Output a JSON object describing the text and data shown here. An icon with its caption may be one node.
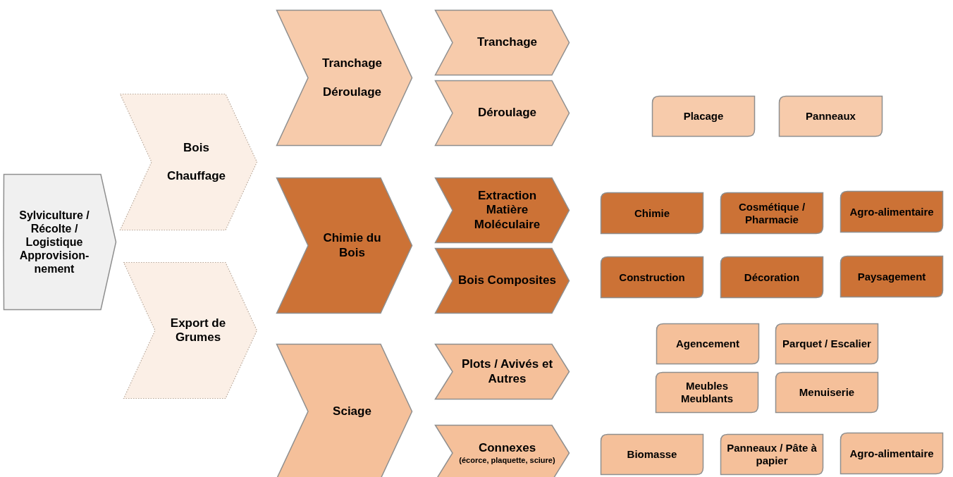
{
  "diagram": {
    "nodes": [
      {
        "text": [
          "Sylviculture / Récolte / Logistique Approvision-nement"
        ]
      },
      {
        "text": [
          "Bois",
          "Chauffage"
        ]
      },
      {
        "text": [
          "Export de Grumes"
        ]
      },
      {
        "text": [
          "Tranchage",
          "Déroulage"
        ]
      },
      {
        "text": [
          "Chimie du Bois"
        ]
      },
      {
        "text": [
          "Sciage"
        ]
      },
      {
        "text": [
          "Tranchage"
        ]
      },
      {
        "text": [
          "Déroulage"
        ]
      },
      {
        "text": [
          "Extraction Matière Moléculaire"
        ]
      },
      {
        "text": [
          "Bois Composites"
        ]
      },
      {
        "text": [
          "Plots / Avivés et Autres"
        ]
      },
      {
        "text": [
          "Connexes",
          "(écorce, plaquette, sciure)"
        ]
      },
      {
        "text": [
          "Placage"
        ]
      },
      {
        "text": [
          "Panneaux"
        ]
      },
      {
        "text": [
          "Chimie"
        ]
      },
      {
        "text": [
          "Cosmétique / Pharmacie"
        ]
      },
      {
        "text": [
          "Agro-alimentaire"
        ]
      },
      {
        "text": [
          "Construction"
        ]
      },
      {
        "text": [
          "Décoration"
        ]
      },
      {
        "text": [
          "Paysagement"
        ]
      },
      {
        "text": [
          "Agencement"
        ]
      },
      {
        "text": [
          "Parquet / Escalier"
        ]
      },
      {
        "text": [
          "Meubles Meublants"
        ]
      },
      {
        "text": [
          "Menuiserie"
        ]
      },
      {
        "text": [
          "Biomasse"
        ]
      },
      {
        "text": [
          "Panneaux / Pâte à papier"
        ]
      },
      {
        "text": [
          "Agro-alimentaire"
        ]
      }
    ]
  }
}
